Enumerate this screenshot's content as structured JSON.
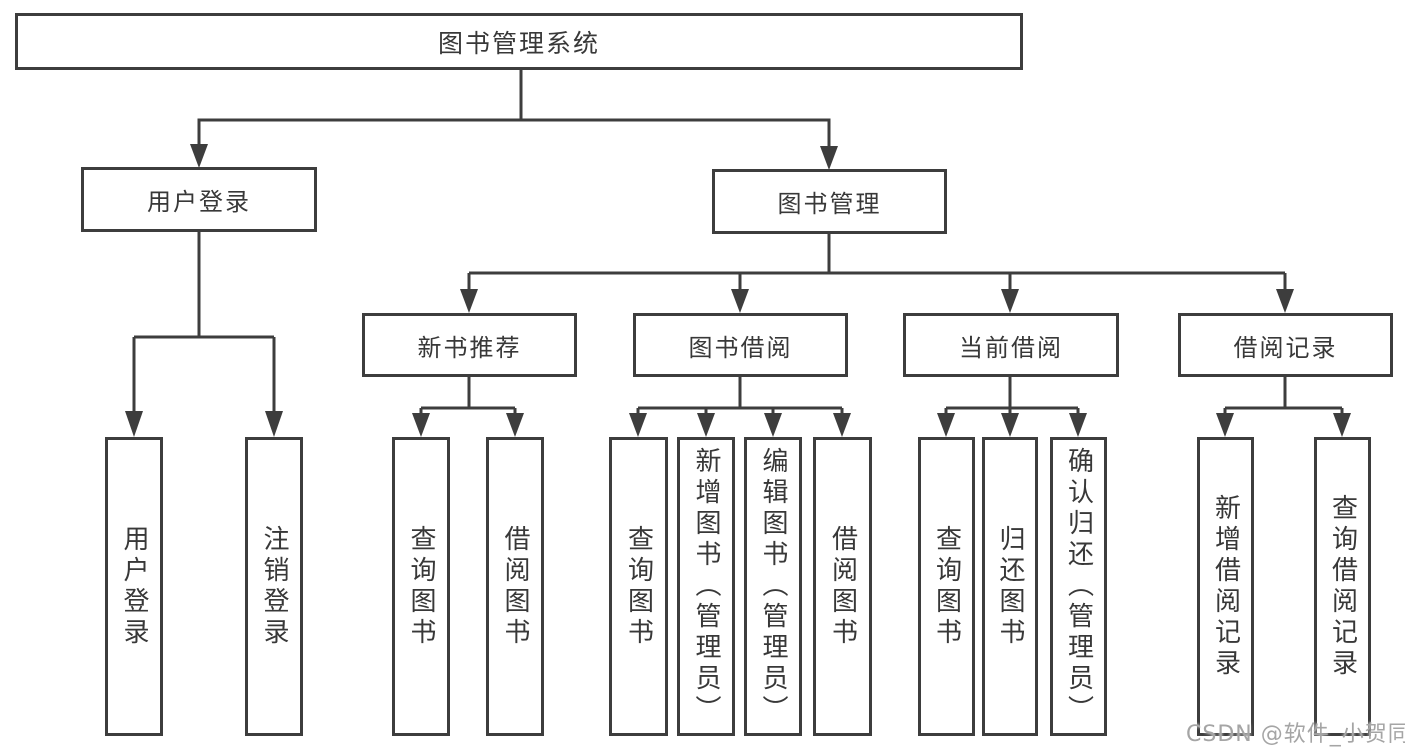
{
  "diagram": {
    "root": "图书管理系统",
    "level1": {
      "left": "用户登录",
      "right": "图书管理"
    },
    "level2": [
      "新书推荐",
      "图书借阅",
      "当前借阅",
      "借阅记录"
    ],
    "leaves": {
      "user_login": [
        "用户登录",
        "注销登录"
      ],
      "new_book": [
        "查询图书",
        "借阅图书"
      ],
      "book_borrow": [
        "查询图书",
        "新增图书（管理员）",
        "编辑图书（管理员）",
        "借阅图书"
      ],
      "current_borrow": [
        "查询图书",
        "归还图书",
        "确认归还（管理员）"
      ],
      "borrow_records": [
        "新增借阅记录",
        "查询借阅记录"
      ]
    }
  },
  "watermark": {
    "text": "CSDN @软件_小贺同学"
  },
  "theme": {
    "line": "#3d3d3d",
    "text": "#383838",
    "box-bg": "#ffffff",
    "canvas-bg": "#ffffff",
    "watermark": "#a5a5a5"
  }
}
